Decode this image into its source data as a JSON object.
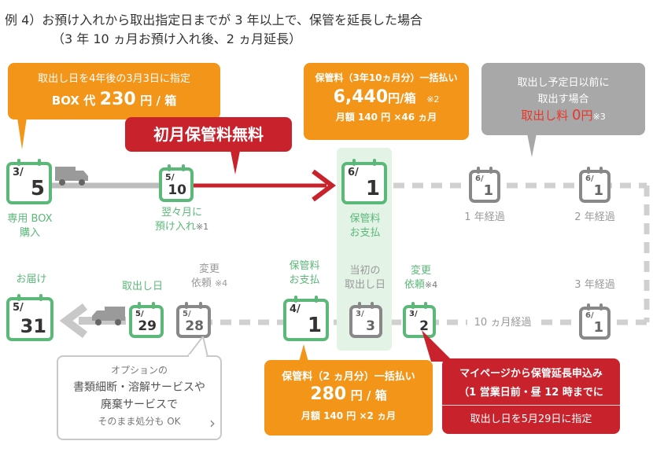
{
  "header": {
    "line1": "例 4）お預け入れから取出指定日までが 3 年以上で、保管を延長した場合",
    "line2": "（3 年 10 ヵ月お預け入れ後、2 ヵ月延長）"
  },
  "callout_box_price": {
    "line1": "取出し日を4年後の3月3日に指定",
    "line2_prefix": "BOX 代",
    "line2_value": "230",
    "line2_suffix": "円 / 箱"
  },
  "banner_free": "初月保管料無料",
  "callout_fee_3y10m": {
    "line1": "保管料（3年10ヵ月分）一括払い",
    "value": "6,440",
    "unit": "円/箱",
    "note": "※2",
    "line3": "月額 140 円 ×46 ヵ月"
  },
  "callout_early_pickup": {
    "line1": "取出し予定日以前に",
    "line2": "取出す場合",
    "line3_label": "取出し料",
    "line3_value": "0",
    "line3_unit": "円",
    "note": "※3"
  },
  "calendars": {
    "c_3_5": {
      "m": "3/",
      "d": "5"
    },
    "c_5_10": {
      "m": "5/",
      "d": "10"
    },
    "c_6_1a": {
      "m": "6/",
      "d": "1"
    },
    "c_6_1b": {
      "m": "6/",
      "d": "1"
    },
    "c_6_1c": {
      "m": "6/",
      "d": "1"
    },
    "c_6_1d": {
      "m": "6/",
      "d": "1"
    },
    "c_5_31": {
      "m": "5/",
      "d": "31"
    },
    "c_5_29": {
      "m": "5/",
      "d": "29"
    },
    "c_5_28": {
      "m": "5/",
      "d": "28"
    },
    "c_4_1": {
      "m": "4/",
      "d": "1"
    },
    "c_3_3": {
      "m": "3/",
      "d": "3"
    },
    "c_3_2": {
      "m": "3/",
      "d": "2"
    }
  },
  "labels": {
    "buy_1": "専用 BOX",
    "buy_2": "購入",
    "deposit_1": "翌々月に",
    "deposit_2": "預け入れ",
    "deposit_note": "※1",
    "pay_1": "保管料",
    "pay_2": "お支払",
    "year1": "1 年経過",
    "year2": "2 年経過",
    "year3": "3 年経過",
    "months10": "10 ヵ月経過",
    "delivery": "お届け",
    "pickup_day": "取出し日",
    "change_req_1": "変更",
    "change_req_2": "依頼",
    "change_req_note": "※4",
    "pay2_1": "保管料",
    "pay2_2": "お支払",
    "orig_pickup_1": "当初の",
    "orig_pickup_2": "取出し日",
    "change2_1": "変更",
    "change2_2": "依頼",
    "change2_note": "※4"
  },
  "option_box": {
    "line1": "オプションの",
    "line2": "書類細断・溶解サービスや",
    "line3": "廃棄サービスで",
    "line4": "そのまま処分も OK",
    "arrow": "›"
  },
  "callout_fee_2m": {
    "line1": "保管料（2 ヵ月分）一括払い",
    "value": "280",
    "unit": "円 / 箱",
    "line3": "月額 140 円 ×2 ヵ月"
  },
  "callout_mypage": {
    "line1": "マイページから保管延長申込み",
    "line2": "（1 営業日前・昼 12 時までに",
    "line3": "取出し日を5月29日に指定"
  },
  "colors": {
    "orange": "#f39519",
    "red": "#c8232c",
    "green": "#5bb878",
    "gray": "#a8a8a8"
  }
}
